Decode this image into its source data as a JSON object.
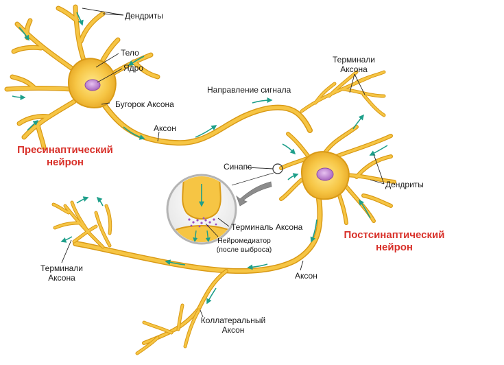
{
  "colors": {
    "neuron_fill": "#f6c544",
    "neuron_stroke": "#d99a16",
    "nucleus": "#c58bd6",
    "signal_arrow": "#1e9f8a",
    "pointer_arrow": "#8c8c8c",
    "title_red": "#d8312a"
  },
  "labels": {
    "dendrites_top": "Дендриты",
    "body": "Тело",
    "nucleus": "Ядро",
    "axon_hillock": "Бугорок Аксона",
    "axon_pre": "Аксон",
    "signal_direction": "Направление сигнала",
    "axon_terminals_top": "Терминали\nАксона",
    "synapse": "Синапс",
    "dendrites_right": "Дендриты",
    "axon_terminal": "Терминаль Аксона",
    "neurotransmitter": "Нейромедиатор\n(после выброса)",
    "axon_post": "Аксон",
    "axon_terminals_left": "Терминали\nАксона",
    "collateral_axon": "Коллатеральный\nАксон"
  },
  "titles": {
    "presynaptic": "Пресинаптический\nнейрон",
    "postsynaptic": "Постсинаптический\nнейрон"
  }
}
